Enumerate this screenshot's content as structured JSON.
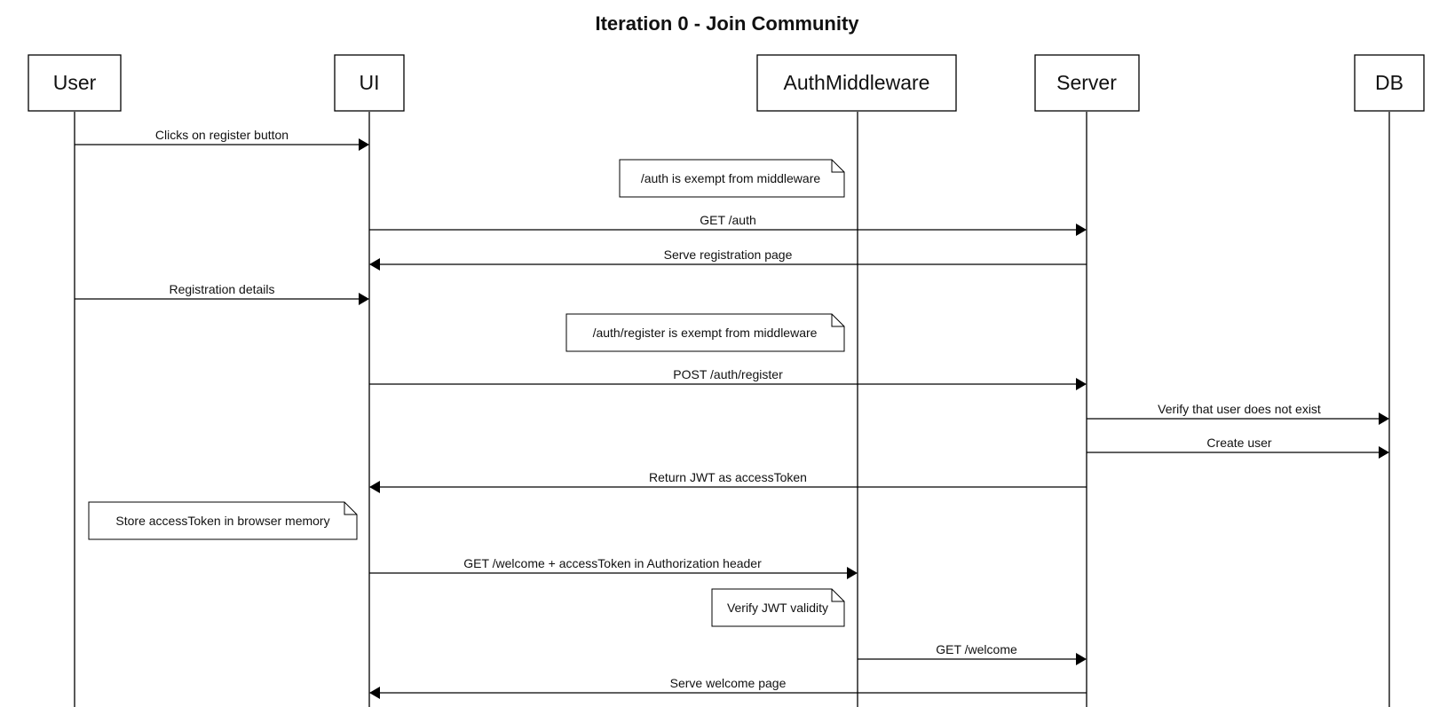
{
  "title": "Iteration 0 - Join Community",
  "actors": [
    {
      "id": "user",
      "label": "User"
    },
    {
      "id": "ui",
      "label": "UI"
    },
    {
      "id": "auth",
      "label": "AuthMiddleware"
    },
    {
      "id": "server",
      "label": "Server"
    },
    {
      "id": "db",
      "label": "DB"
    }
  ],
  "messages": [
    {
      "from": "user",
      "to": "ui",
      "label": "Clicks on register button"
    },
    {
      "from": "ui",
      "to": "server",
      "label": "GET /auth"
    },
    {
      "from": "server",
      "to": "ui",
      "label": "Serve registration page"
    },
    {
      "from": "user",
      "to": "ui",
      "label": "Registration details"
    },
    {
      "from": "ui",
      "to": "server",
      "label": "POST /auth/register"
    },
    {
      "from": "server",
      "to": "db",
      "label": "Verify that user does not exist"
    },
    {
      "from": "server",
      "to": "db",
      "label": "Create user"
    },
    {
      "from": "server",
      "to": "ui",
      "label": "Return JWT as accessToken"
    },
    {
      "from": "ui",
      "to": "auth",
      "label": "GET /welcome + accessToken in Authorization header"
    },
    {
      "from": "auth",
      "to": "server",
      "label": "GET /welcome"
    },
    {
      "from": "server",
      "to": "ui",
      "label": "Serve welcome page"
    }
  ],
  "notes": [
    {
      "attached_to": "auth",
      "label": "/auth is exempt from middleware"
    },
    {
      "attached_to": "auth",
      "label": "/auth/register is exempt from middleware"
    },
    {
      "attached_to": "ui",
      "label": "Store accessToken in browser memory"
    },
    {
      "attached_to": "auth",
      "label": "Verify JWT validity"
    }
  ]
}
